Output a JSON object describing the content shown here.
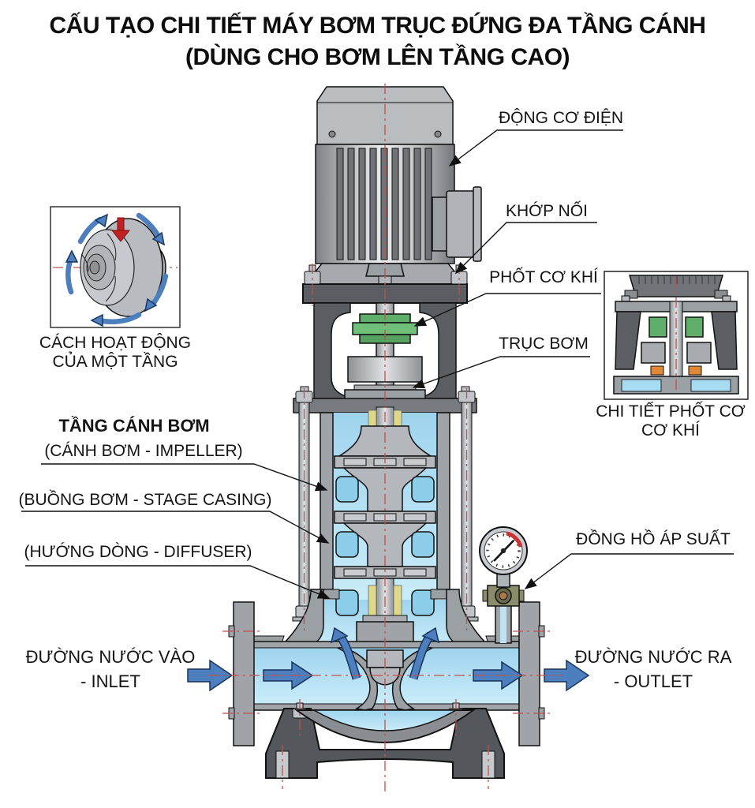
{
  "title": {
    "line1": "CẤU TẠO CHI TIẾT MÁY BƠM TRỤC ĐỨNG ĐA TẦNG CÁNH",
    "line2": "(DÙNG CHO BƠM LÊN TẦNG CAO)"
  },
  "callouts": {
    "motor": "ĐỘNG CƠ ĐIỆN",
    "coupling": "KHỚP NỐI",
    "mechanical_seal": "PHỐT CƠ KHÍ",
    "pump_shaft": "TRỤC BƠM",
    "pressure_gauge": "ĐỒNG HỒ ÁP SUẤT",
    "stage_heading": "TẦNG CÁNH BƠM",
    "impeller": "(CÁNH BƠM - IMPELLER)",
    "stage_casing": "(BUỒNG BƠM - STAGE CASING)",
    "diffuser": "(HƯỚNG DÒNG - DIFFUSER)"
  },
  "flow": {
    "inlet_line1": "ĐƯỜNG NƯỚC VÀO",
    "inlet_line2": "- INLET",
    "outlet_line1": "ĐƯỜNG NƯỚC RA",
    "outlet_line2": "- OUTLET"
  },
  "insets": {
    "impeller_caption_line1": "CÁCH HOẠT ĐỘNG",
    "impeller_caption_line2": "CỦA MỘT TẦNG",
    "seal_caption_line1": "CHI TIẾT PHỐT CƠ",
    "seal_caption_line2": "CƠ KHÍ"
  },
  "colors": {
    "water": "#a9dcf2",
    "flow_arrow": "#4d7fbe",
    "seal_green": "#5fae6a",
    "seal_orange": "#e08838",
    "centerline_red": "#c0504f",
    "gauge_red": "#cc3333",
    "metal_dark": "#55595d"
  }
}
